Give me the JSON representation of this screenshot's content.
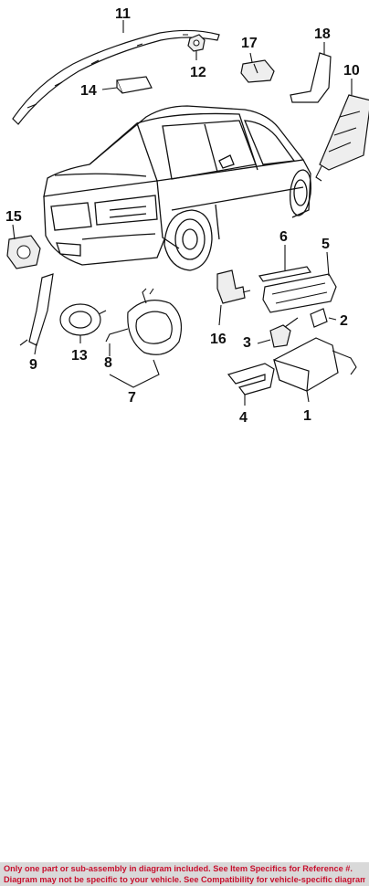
{
  "callouts": {
    "c1": "1",
    "c2": "2",
    "c3": "3",
    "c4": "4",
    "c5": "5",
    "c6": "6",
    "c7": "7",
    "c8": "8",
    "c9": "9",
    "c10": "10",
    "c11": "11",
    "c12": "12",
    "c13": "13",
    "c14": "14",
    "c15": "15",
    "c16": "16",
    "c17": "17",
    "c18": "18"
  },
  "footer": {
    "line1": "Only one part or sub-assembly in diagram included. See Item Specifics for Reference #.",
    "line2": "Diagram may not be specific to your vehicle. See Compatibility for vehicle-specific diagrams."
  },
  "colors": {
    "disclaimer_text": "#c8102e",
    "disclaimer_bg": "#d9d9d9",
    "line_art": "#111111"
  }
}
